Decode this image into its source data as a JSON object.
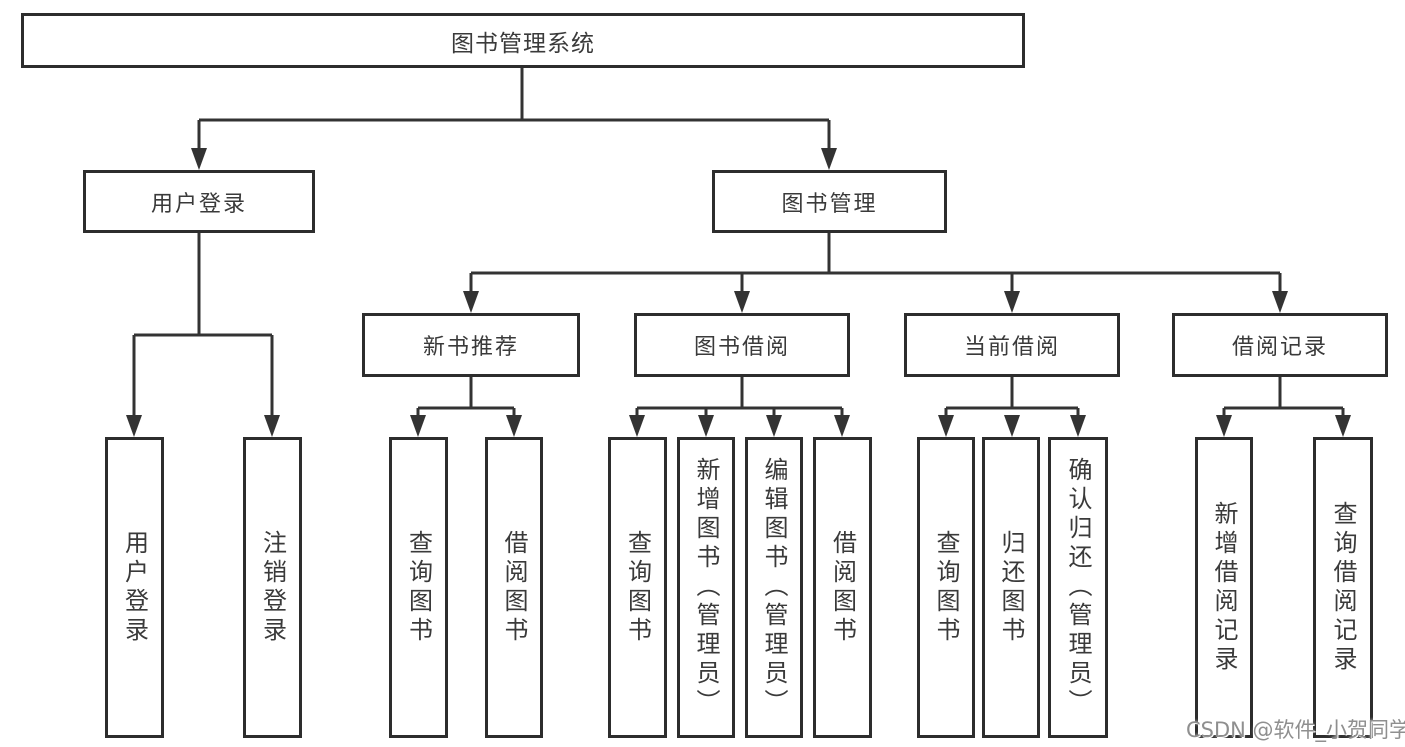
{
  "diagram_title": "图书管理系统",
  "tree": {
    "label": "图书管理系统",
    "children": [
      {
        "label": "用户登录",
        "children": [
          {
            "label": "用户登录"
          },
          {
            "label": "注销登录"
          }
        ]
      },
      {
        "label": "图书管理",
        "children": [
          {
            "label": "新书推荐",
            "children": [
              {
                "label": "查询图书"
              },
              {
                "label": "借阅图书"
              }
            ]
          },
          {
            "label": "图书借阅",
            "children": [
              {
                "label": "查询图书"
              },
              {
                "label": "新增图书（管理员）"
              },
              {
                "label": "编辑图书（管理员）"
              },
              {
                "label": "借阅图书"
              }
            ]
          },
          {
            "label": "当前借阅",
            "children": [
              {
                "label": "查询图书"
              },
              {
                "label": "归还图书"
              },
              {
                "label": "确认归还（管理员）"
              }
            ]
          },
          {
            "label": "借阅记录",
            "children": [
              {
                "label": "新增借阅记录"
              },
              {
                "label": "查询借阅记录"
              }
            ]
          }
        ]
      }
    ]
  },
  "watermark": "CSDN @软件_小贺同学",
  "colors": {
    "line": "#333333",
    "box_border": "#2d2d2d",
    "text": "#3a3a3a",
    "watermark_text": "#8f8f8f",
    "background": "#ffffff"
  }
}
